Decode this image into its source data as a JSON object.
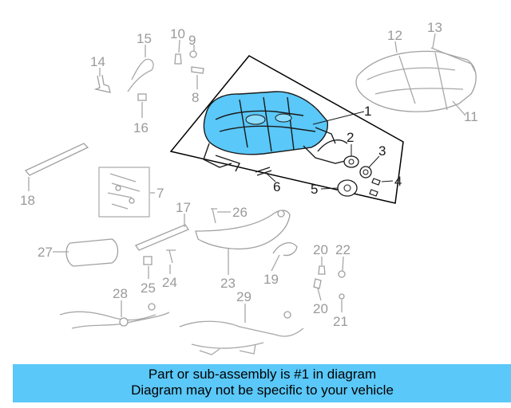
{
  "callouts": {
    "c1": "1",
    "c2": "2",
    "c3": "3",
    "c4": "4",
    "c5": "5",
    "c6": "6",
    "c7": "7",
    "c8": "8",
    "c9": "9",
    "c10": "10",
    "c11": "11",
    "c12": "12",
    "c13": "13",
    "c14": "14",
    "c15": "15",
    "c16": "16",
    "c17": "17",
    "c18": "18",
    "c19": "19",
    "c20a": "20",
    "c20b": "20",
    "c21": "21",
    "c22": "22",
    "c23": "23",
    "c24": "24",
    "c25": "25",
    "c26": "26",
    "c27": "27",
    "c28": "28",
    "c29": "29"
  },
  "footer": {
    "line1": "Part or sub-assembly is #1 in diagram",
    "line2": "Diagram may not be specific to your vehicle"
  },
  "colors": {
    "highlight_part": "#5ac8f8",
    "footer_bg": "#5ac8f8",
    "gray_part": "#a8a8a8"
  }
}
